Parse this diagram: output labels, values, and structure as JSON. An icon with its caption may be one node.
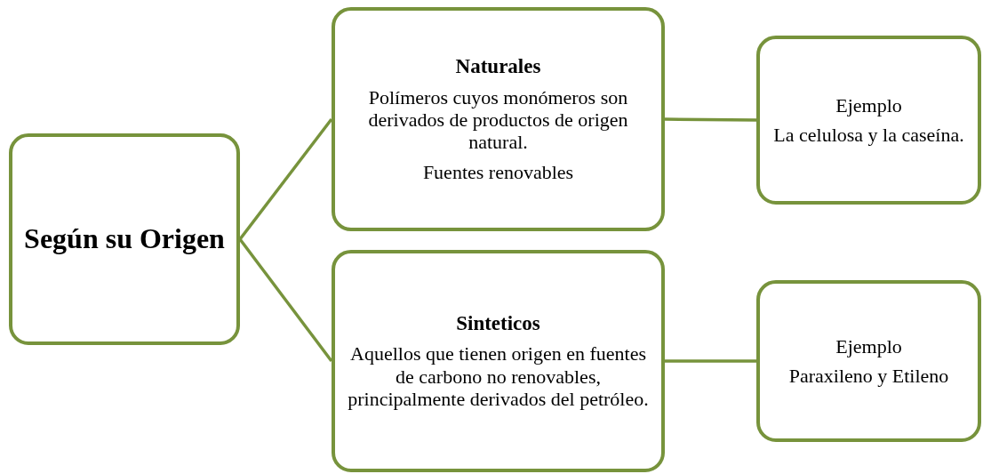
{
  "diagram": {
    "nodes": [
      {
        "text": [
          "Según su Origen"
        ]
      },
      {
        "text": [
          "Naturales",
          "Polímeros cuyos monómeros son derivados de productos de origen natural.",
          "Fuentes renovables"
        ]
      },
      {
        "text": [
          "Ejemplo",
          "La celulosa y la caseína."
        ]
      },
      {
        "text": [
          "Sinteticos",
          "Aquellos que tienen origen en fuentes de carbono no renovables, principalmente derivados del petróleo."
        ]
      },
      {
        "text": [
          "Ejemplo",
          "Paraxileno y Etileno"
        ]
      }
    ],
    "edges": [
      {
        "from": 0,
        "to": 1,
        "arrow": "none"
      },
      {
        "from": 0,
        "to": 3,
        "arrow": "none"
      },
      {
        "from": 1,
        "to": 2,
        "arrow": "none"
      },
      {
        "from": 3,
        "to": 4,
        "arrow": "none"
      }
    ]
  }
}
